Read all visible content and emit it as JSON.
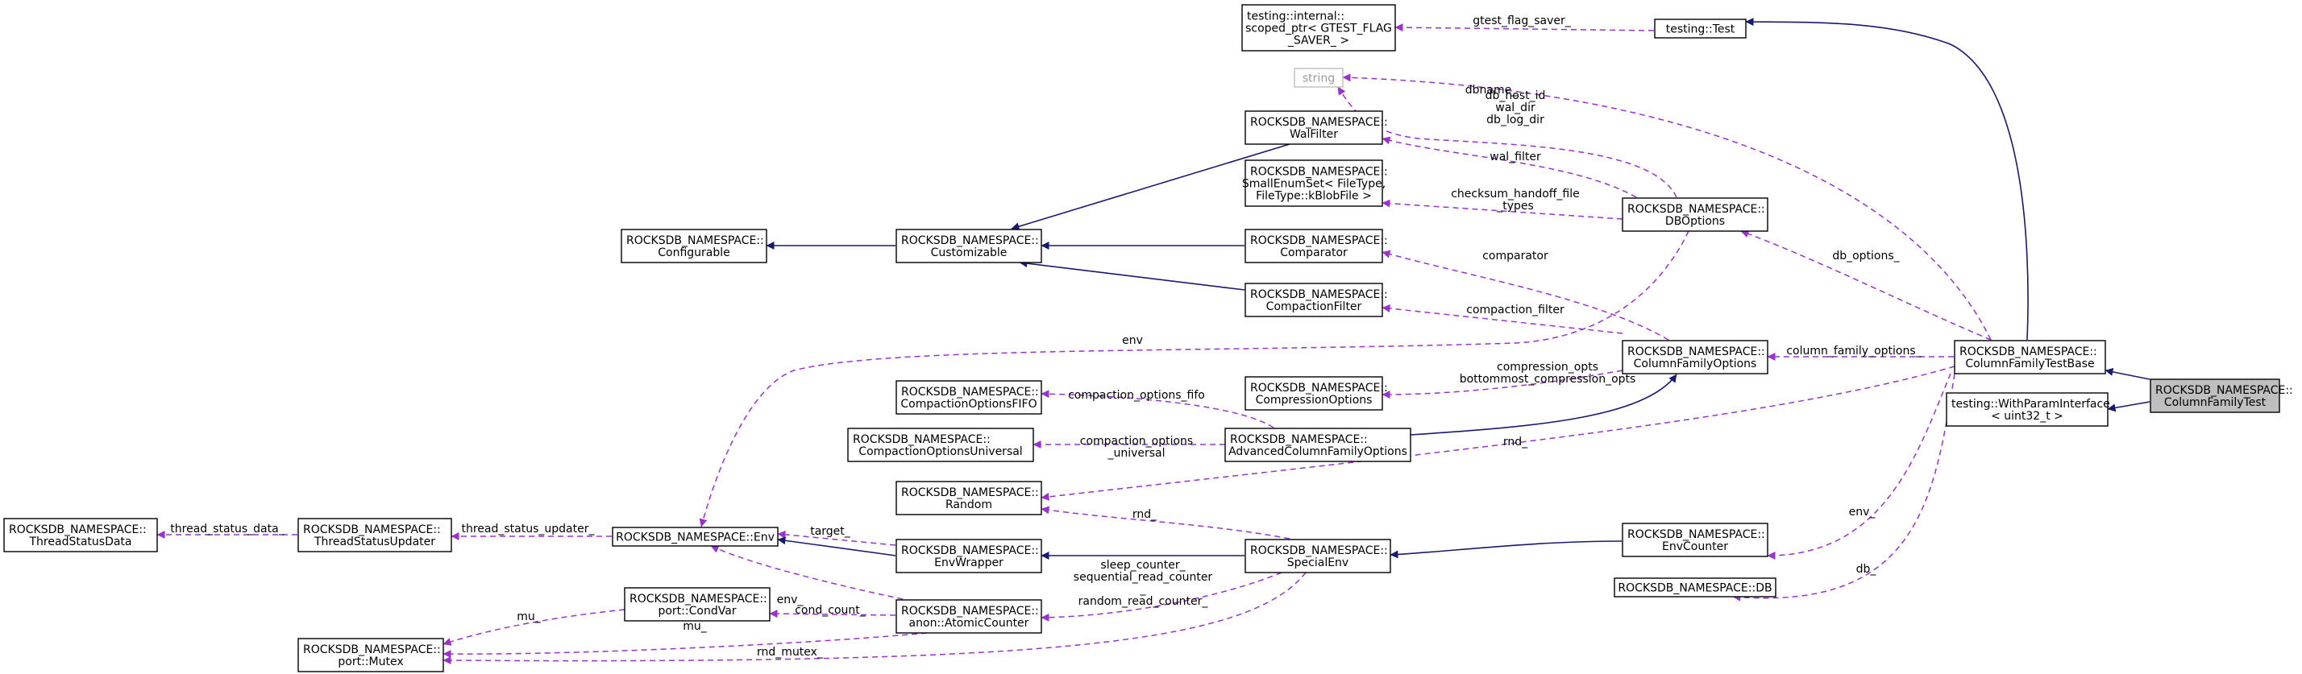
{
  "nodes": [
    {
      "id": "column_family_test",
      "lines": [
        "ROCKSDB_NAMESPACE::",
        "ColumnFamilyTest"
      ],
      "focus": true
    },
    {
      "id": "column_family_test_base",
      "lines": [
        "ROCKSDB_NAMESPACE::",
        "ColumnFamilyTestBase"
      ]
    },
    {
      "id": "with_param_interface",
      "lines": [
        "testing::WithParamInterface",
        "< uint32_t >"
      ]
    },
    {
      "id": "testing_test",
      "lines": [
        "testing::Test"
      ]
    },
    {
      "id": "scoped_ptr",
      "lines": [
        "testing::internal::",
        "scoped_ptr< GTEST_FLAG",
        "_SAVER_ >"
      ]
    },
    {
      "id": "string",
      "lines": [
        "string"
      ],
      "dim": true
    },
    {
      "id": "wal_filter",
      "lines": [
        "ROCKSDB_NAMESPACE::",
        "WalFilter"
      ]
    },
    {
      "id": "small_enum_set",
      "lines": [
        "ROCKSDB_NAMESPACE::",
        "SmallEnumSet< FileType,",
        "FileType::kBlobFile >"
      ]
    },
    {
      "id": "db_options",
      "lines": [
        "ROCKSDB_NAMESPACE::",
        "DBOptions"
      ]
    },
    {
      "id": "configurable",
      "lines": [
        "ROCKSDB_NAMESPACE::",
        "Configurable"
      ]
    },
    {
      "id": "customizable",
      "lines": [
        "ROCKSDB_NAMESPACE::",
        "Customizable"
      ]
    },
    {
      "id": "comparator",
      "lines": [
        "ROCKSDB_NAMESPACE::",
        "Comparator"
      ]
    },
    {
      "id": "compaction_filter",
      "lines": [
        "ROCKSDB_NAMESPACE::",
        "CompactionFilter"
      ]
    },
    {
      "id": "column_family_options",
      "lines": [
        "ROCKSDB_NAMESPACE::",
        "ColumnFamilyOptions"
      ]
    },
    {
      "id": "compaction_options_fifo",
      "lines": [
        "ROCKSDB_NAMESPACE::",
        "CompactionOptionsFIFO"
      ]
    },
    {
      "id": "compression_options",
      "lines": [
        "ROCKSDB_NAMESPACE::",
        "CompressionOptions"
      ]
    },
    {
      "id": "compaction_options_universal",
      "lines": [
        "ROCKSDB_NAMESPACE::",
        "CompactionOptionsUniversal"
      ]
    },
    {
      "id": "advanced_cf_options",
      "lines": [
        "ROCKSDB_NAMESPACE::",
        "AdvancedColumnFamilyOptions"
      ]
    },
    {
      "id": "random",
      "lines": [
        "ROCKSDB_NAMESPACE::",
        "Random"
      ]
    },
    {
      "id": "thread_status_data",
      "lines": [
        "ROCKSDB_NAMESPACE::",
        "ThreadStatusData"
      ]
    },
    {
      "id": "thread_status_updater",
      "lines": [
        "ROCKSDB_NAMESPACE::",
        "ThreadStatusUpdater"
      ]
    },
    {
      "id": "env",
      "lines": [
        "ROCKSDB_NAMESPACE::Env"
      ]
    },
    {
      "id": "env_wrapper",
      "lines": [
        "ROCKSDB_NAMESPACE::",
        "EnvWrapper"
      ]
    },
    {
      "id": "special_env",
      "lines": [
        "ROCKSDB_NAMESPACE::",
        "SpecialEnv"
      ]
    },
    {
      "id": "env_counter",
      "lines": [
        "ROCKSDB_NAMESPACE::",
        "EnvCounter"
      ]
    },
    {
      "id": "db",
      "lines": [
        "ROCKSDB_NAMESPACE::DB"
      ]
    },
    {
      "id": "cond_var",
      "lines": [
        "ROCKSDB_NAMESPACE::",
        "port::CondVar"
      ]
    },
    {
      "id": "atomic_counter",
      "lines": [
        "ROCKSDB_NAMESPACE::",
        "anon::AtomicCounter"
      ]
    },
    {
      "id": "mutex",
      "lines": [
        "ROCKSDB_NAMESPACE::",
        "port::Mutex"
      ]
    }
  ],
  "edge_labels": [
    {
      "id": "gtest_flag_saver",
      "lines": [
        "gtest_flag_saver_"
      ]
    },
    {
      "id": "dbname",
      "lines": [
        "dbname_"
      ]
    },
    {
      "id": "db_host_id",
      "lines": [
        "db_host_id",
        "wal_dir",
        "db_log_dir"
      ]
    },
    {
      "id": "wal_filter_lbl",
      "lines": [
        "wal_filter"
      ]
    },
    {
      "id": "checksum_handoff",
      "lines": [
        "checksum_handoff_file",
        "_types"
      ]
    },
    {
      "id": "db_options_lbl",
      "lines": [
        "db_options_"
      ]
    },
    {
      "id": "comparator_lbl",
      "lines": [
        "comparator"
      ]
    },
    {
      "id": "compaction_filter_lbl",
      "lines": [
        "compaction_filter"
      ]
    },
    {
      "id": "env_lbl_top",
      "lines": [
        "env"
      ]
    },
    {
      "id": "column_family_options_lbl",
      "lines": [
        "column_family_options_"
      ]
    },
    {
      "id": "compression_opts",
      "lines": [
        "compression_opts",
        "bottommost_compression_opts"
      ]
    },
    {
      "id": "compaction_options_fifo_lbl",
      "lines": [
        "compaction_options_fifo"
      ]
    },
    {
      "id": "compaction_options_universal_lbl",
      "lines": [
        "compaction_options",
        "_universal"
      ]
    },
    {
      "id": "rnd_top",
      "lines": [
        "rnd_"
      ]
    },
    {
      "id": "rnd_mid",
      "lines": [
        "rnd_"
      ]
    },
    {
      "id": "thread_status_data_lbl",
      "lines": [
        "thread_status_data_"
      ]
    },
    {
      "id": "thread_status_updater_lbl",
      "lines": [
        "thread_status_updater_"
      ]
    },
    {
      "id": "target",
      "lines": [
        "target_"
      ]
    },
    {
      "id": "env_counter_env",
      "lines": [
        "env_"
      ]
    },
    {
      "id": "sleep_counter",
      "lines": [
        "sleep_counter_",
        "sequential_read_counter",
        "_",
        "random_read_counter_"
      ]
    },
    {
      "id": "env_lbl_atomic",
      "lines": [
        "env_"
      ]
    },
    {
      "id": "db_lbl",
      "lines": [
        "db_"
      ]
    },
    {
      "id": "cond_count",
      "lines": [
        "cond_count_"
      ]
    },
    {
      "id": "mu_left",
      "lines": [
        "mu_"
      ]
    },
    {
      "id": "mu_mid",
      "lines": [
        "mu_"
      ]
    },
    {
      "id": "rnd_mutex",
      "lines": [
        "rnd_mutex_"
      ]
    }
  ],
  "colors": {
    "inheritance": "#191970",
    "usage": "#9a32cd",
    "focus_fill": "#bfbfbf",
    "dim_text": "#9a9a9a"
  }
}
